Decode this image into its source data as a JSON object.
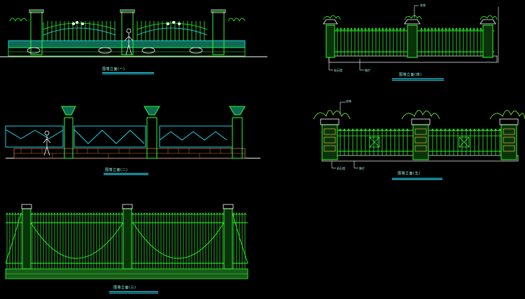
{
  "drawing": {
    "colors": {
      "background": "#000000",
      "green": "#2bff2b",
      "bright_green": "#7dff3a",
      "cyan": "#22e6ff",
      "white": "#ffffff",
      "gold": "#ffd84a",
      "brown": "#c97a3c"
    },
    "captions": {
      "elev1": "围墙立面(一)",
      "elev2": "围墙立面(二)",
      "elev3": "围墙立面(三)",
      "elev4": "围墙立面(四)",
      "elev5": "围墙立面(五)"
    },
    "notes": {
      "plant_tag_a": "花钵",
      "plant_tag_b": "花钵",
      "stone_a": "毛石墙",
      "rail_a": "铁栏",
      "stone_b": "毛石墙",
      "rail_b": "铁栏"
    }
  }
}
